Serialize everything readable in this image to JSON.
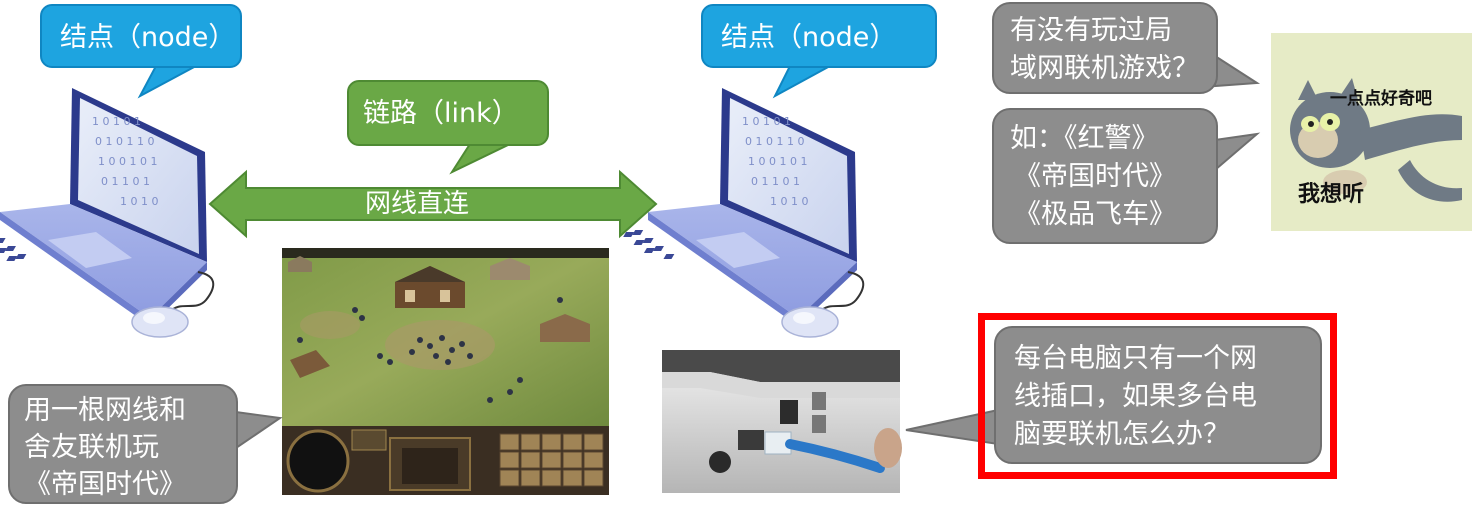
{
  "node_left": "结点（node）",
  "node_right": "结点（node）",
  "link": "链路（link）",
  "cable_label": "网线直连",
  "question_lan": [
    "有没有玩过局",
    "域网联机游戏？"
  ],
  "example_games": [
    "如：《红警》",
    "《帝国时代》",
    "《极品飞车》"
  ],
  "meme_top": "一点点好奇吧",
  "meme_bottom": "我想听",
  "dorm_play": [
    "用一根网线和",
    "舍友联机玩",
    "《帝国时代》"
  ],
  "multi_pc_question": [
    "每台电脑只有一个网",
    "线插口，如果多台电",
    "脑要联机怎么办？"
  ],
  "colors": {
    "node_blue": "#1ea4e0",
    "link_green": "#6aa846",
    "bubble_gray": "#8d8d8d",
    "highlight_red": "#ff0000"
  }
}
